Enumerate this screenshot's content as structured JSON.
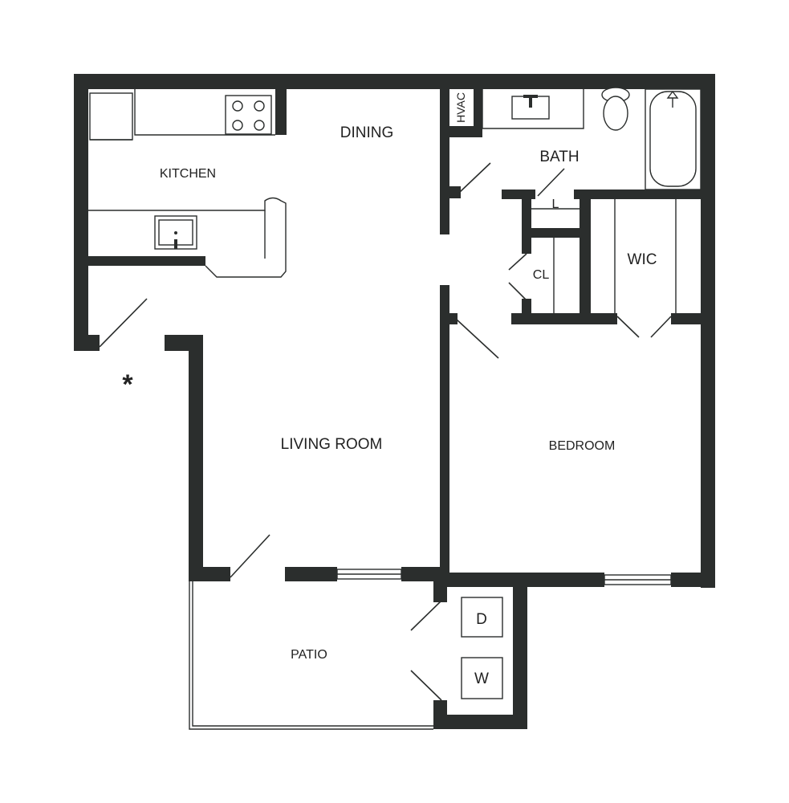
{
  "rooms": {
    "kitchen": "KITCHEN",
    "dining": "DINING",
    "bath": "BATH",
    "hvac": "HVAC",
    "linen": "L",
    "closet": "CL",
    "wic": "WIC",
    "living_room": "LIVING ROOM",
    "bedroom": "BEDROOM",
    "patio": "PATIO",
    "dryer": "D",
    "washer": "W"
  },
  "entry_marker": "*",
  "colors": {
    "wall": "#2b2e2d",
    "background": "#ffffff"
  }
}
